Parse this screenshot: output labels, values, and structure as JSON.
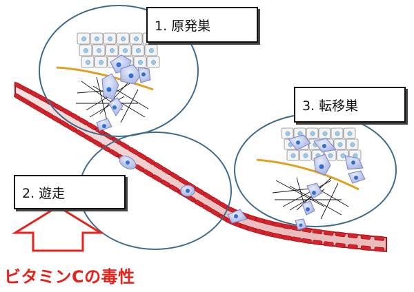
{
  "labels": {
    "primary": "1. 原発巣",
    "metastasis": "3. 転移巣",
    "migration": "2. 遊走"
  },
  "caption": "ビタミンCの毒性",
  "colors": {
    "vessel_outline": "#b3121a",
    "vessel_fill": "#f3d6d6",
    "vessel_cell": "#d6202a",
    "circle_outline": "#3d6a8a",
    "tumor_cell": "#b7c2ea",
    "tumor_nucleus": "#2f6fd6",
    "membrane": "#e0a020",
    "caption": "#e8201a"
  }
}
